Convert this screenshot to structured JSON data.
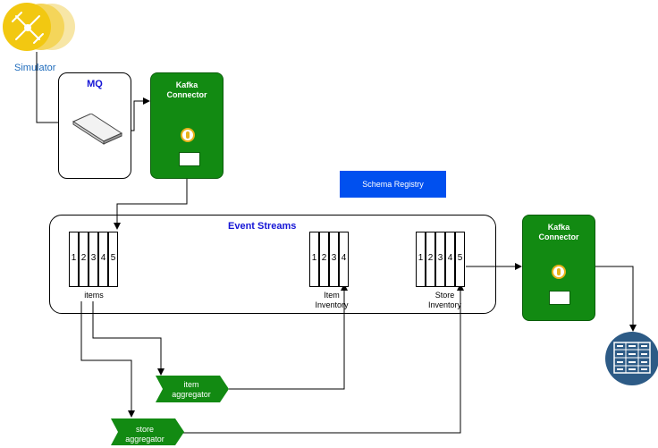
{
  "simulator": {
    "label": "Simulator",
    "icon": "satellite-icon"
  },
  "mq": {
    "title": "MQ",
    "icon": "message-queue-icon"
  },
  "kafka_connector_source": {
    "title_line1": "Kafka",
    "title_line2": "Connector"
  },
  "kafka_connector_sink": {
    "title_line1": "Kafka",
    "title_line2": "Connector"
  },
  "schema_registry": {
    "label": "Schema Registry"
  },
  "event_streams": {
    "title": "Event Streams",
    "topics": [
      {
        "label": "items",
        "partitions": [
          "1",
          "2",
          "3",
          "4",
          "5"
        ]
      },
      {
        "label_line1": "Item",
        "label_line2": "Inventory",
        "partitions": [
          "1",
          "2",
          "3",
          "4"
        ]
      },
      {
        "label_line1": "Store",
        "label_line2": "Inventory",
        "partitions": [
          "1",
          "2",
          "3",
          "4",
          "5"
        ]
      }
    ]
  },
  "item_aggregator": {
    "line1": "item",
    "line2": "aggregator"
  },
  "store_aggregator": {
    "line1": "store",
    "line2": "aggregator"
  },
  "database": {
    "icon": "database-table-icon"
  },
  "colors": {
    "connector_green": "#128a12",
    "schema_blue": "#0050ef",
    "title_blue": "#1515d6",
    "simulator_yellow": "#f2c811",
    "database_navy": "#2d5b86"
  }
}
